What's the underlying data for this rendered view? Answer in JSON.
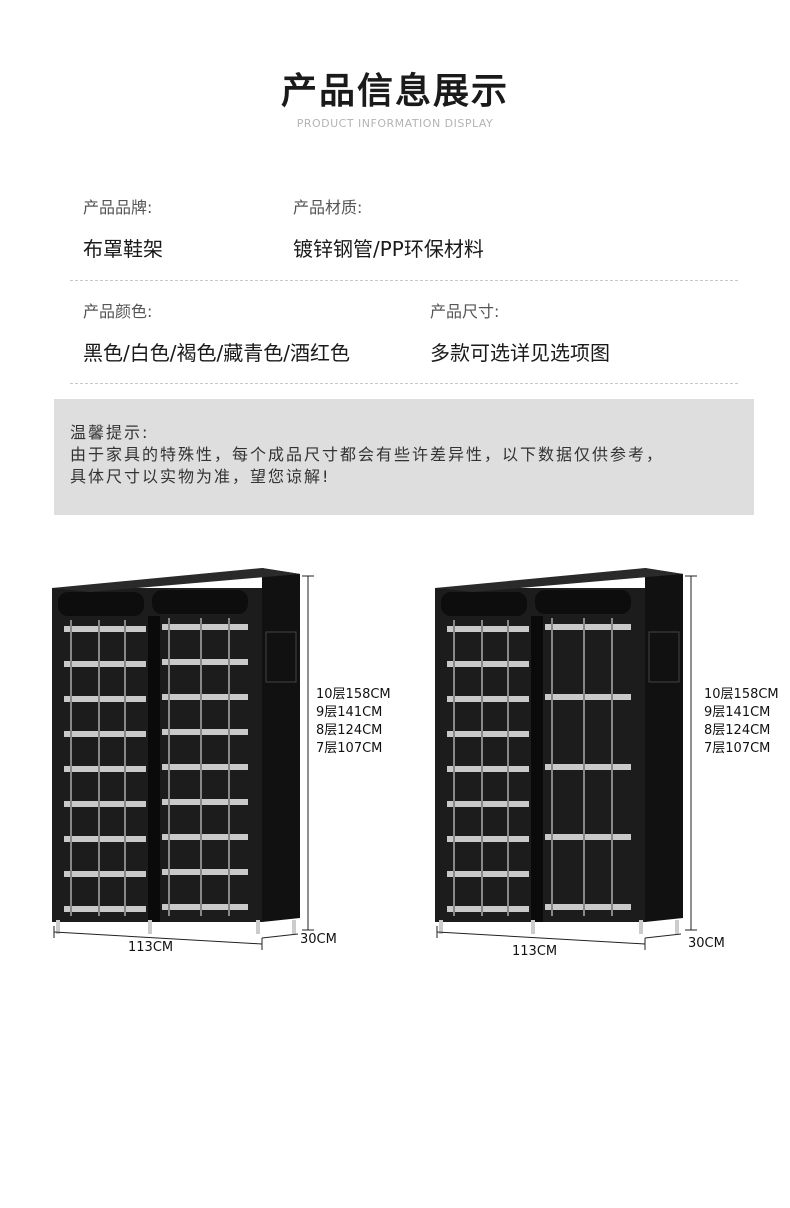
{
  "header": {
    "title": "产品信息展示",
    "subtitle": "PRODUCT INFORMATION DISPLAY"
  },
  "info": {
    "brand_label": "产品品牌:",
    "brand_value": "布罩鞋架",
    "material_label": "产品材质:",
    "material_value": "镀锌钢管/PP环保材料",
    "color_label": "产品颜色:",
    "color_value": "黑色/白色/褐色/藏青色/酒红色",
    "size_label": "产品尺寸:",
    "size_value": "多款可选详见选项图"
  },
  "notice": {
    "title": "温馨提示:",
    "line1": "由于家具的特殊性，每个成品尺寸都会有些许差异性，以下数据仅供参考，",
    "line2": "具体尺寸以实物为准，望您谅解!"
  },
  "products": [
    {
      "heights": [
        "10层158CM",
        "9层141CM",
        "8层124CM",
        "7层107CM"
      ],
      "width": "113CM",
      "depth": "30CM"
    },
    {
      "heights": [
        "10层158CM",
        "9层141CM",
        "8层124CM",
        "7层107CM"
      ],
      "width": "113CM",
      "depth": "30CM"
    }
  ],
  "colors": {
    "cabinet": "#1c1c1c",
    "shelf": "#c9c9c9",
    "notice_bg": "#dedede"
  }
}
